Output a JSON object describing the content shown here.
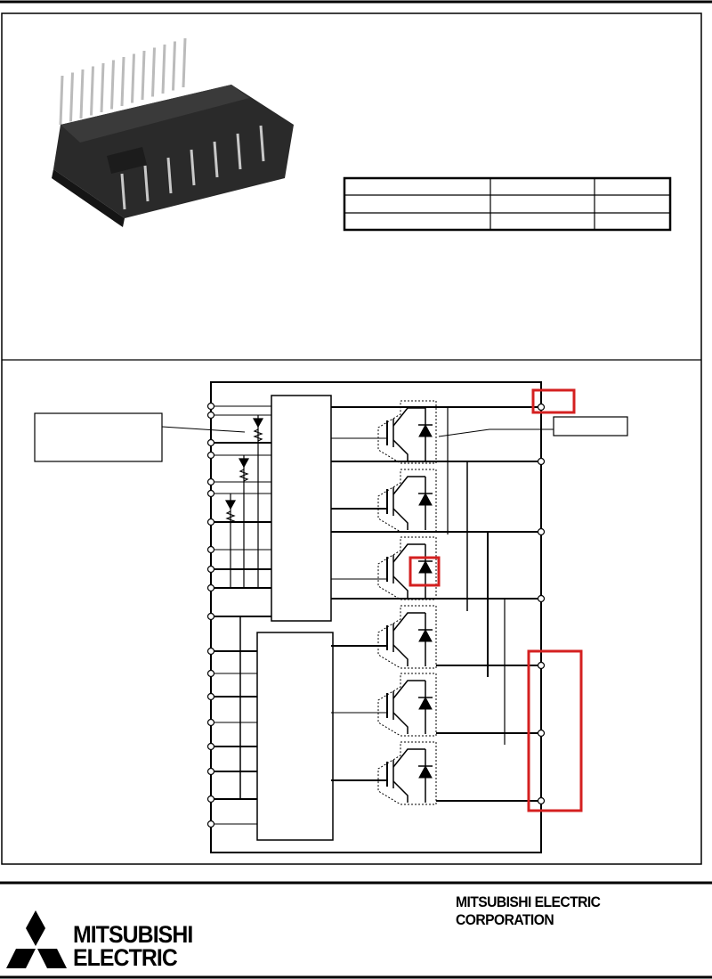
{
  "footer": {
    "corporation": "MITSUBISHI ELECTRIC CORPORATION",
    "logo_line1": "MITSUBISHI",
    "logo_line2": "ELECTRIC"
  },
  "colors": {
    "highlight": "#d42020",
    "line": "#000000"
  },
  "table": {
    "rows": 3,
    "cols": 3
  },
  "diagram": {
    "igbt_cells": 6,
    "left_pins": 19,
    "right_pins": 7
  }
}
